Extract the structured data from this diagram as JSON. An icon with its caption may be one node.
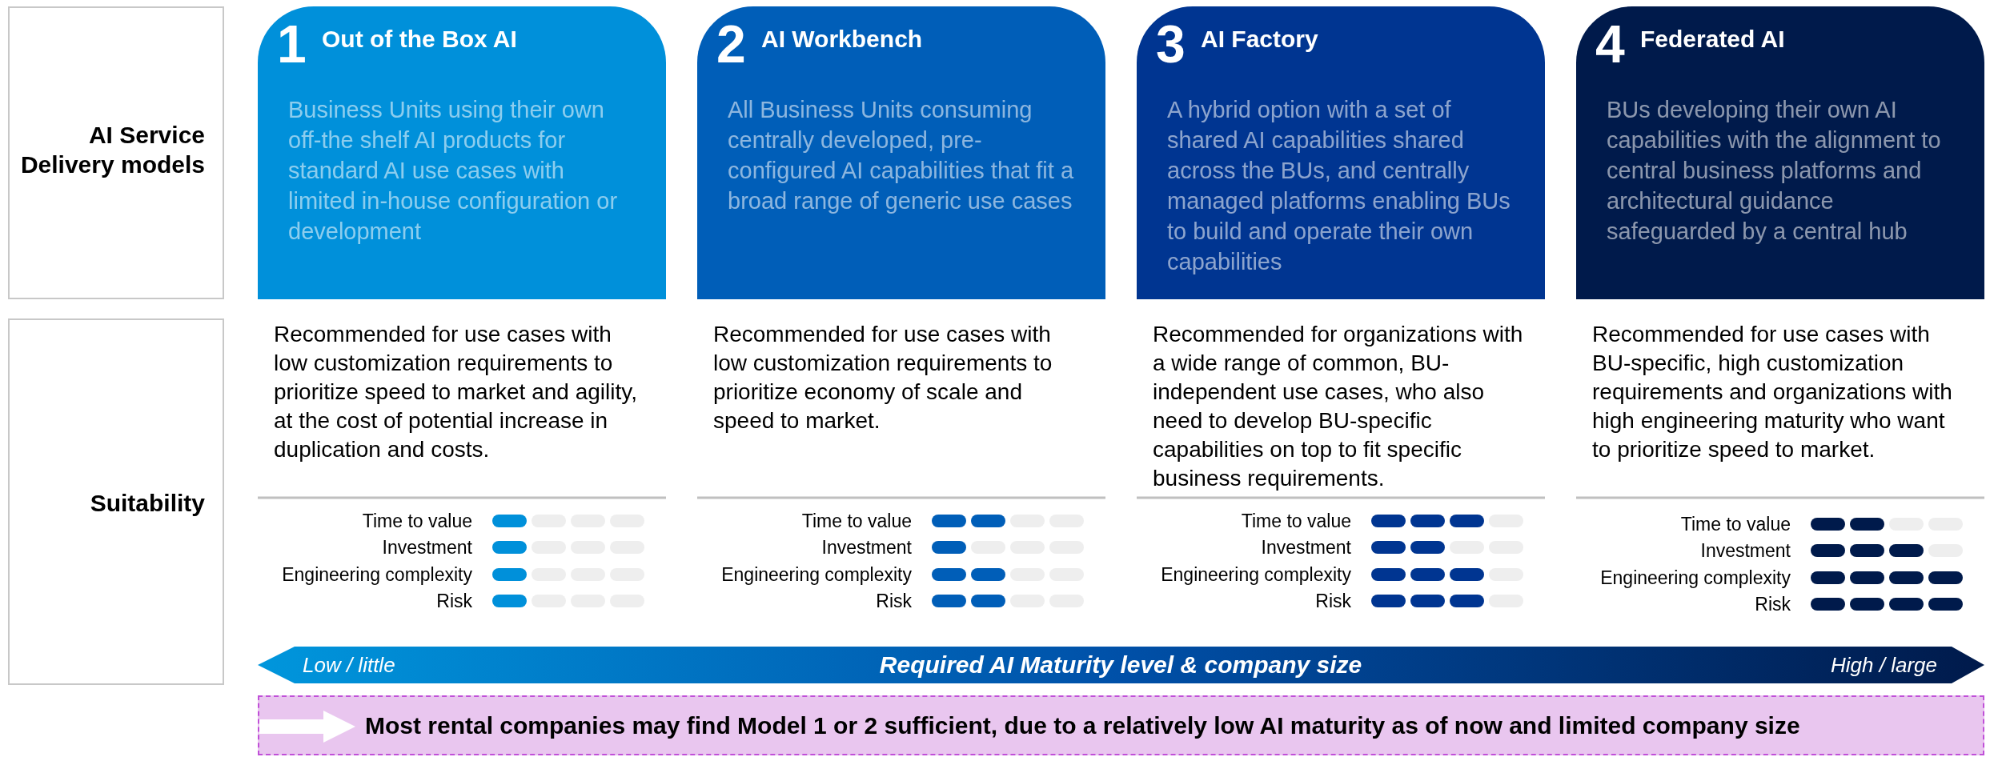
{
  "diagram": {
    "nodes": [
      {
        "text": [
          "AI Service Delivery models"
        ]
      },
      {
        "text": [
          "1",
          "Out of the Box AI",
          "Business Units using their own off-the shelf AI products for standard AI use cases with limited in-house configuration or development"
        ]
      },
      {
        "text": [
          "2",
          "AI Workbench",
          "All Business Units consuming centrally developed, pre-configured AI capabilities that fit a broad range of generic use cases"
        ]
      },
      {
        "text": [
          "3",
          "AI Factory",
          "A hybrid option with a set of shared AI capabilities shared across the BUs, and centrally managed platforms enabling BUs to build and operate their own capabilities"
        ]
      },
      {
        "text": [
          "4",
          "Federated AI",
          "BUs developing their own AI capabilities with the alignment to central business platforms and architectural guidance safeguarded by a central hub"
        ]
      },
      {
        "text": [
          "Suitability"
        ]
      },
      {
        "text": [
          "Low / little",
          "Required AI Maturity level & company size",
          "High / large"
        ]
      },
      {
        "text": [
          "Most rental companies may find Model 1 or 2 sufficient, due to a relatively low AI maturity as of now and limited company size"
        ]
      }
    ],
    "labels": [
      "Recommended for use cases with low customization requirements to prioritize speed to market and agility, at the cost of potential increase in duplication and costs.",
      "Time to value",
      "Investment",
      "Engineering complexity",
      "Risk",
      "Recommended for use cases with low customization requirements to prioritize economy of scale and speed to market.",
      "Time to value",
      "Investment",
      "Engineering complexity",
      "Risk",
      "Recommended for organizations with a wide range of common, BU-independent use cases, who also need to develop BU-specific capabilities on top to fit specific business requirements.",
      "Time to value",
      "Investment",
      "Engineering complexity",
      "Risk",
      "Recommended for use cases with BU-specific, high customization requirements and organizations with high engineering maturity who want to prioritize speed to market.",
      "Time to value",
      "Investment",
      "Engineering complexity",
      "Risk"
    ]
  }
}
